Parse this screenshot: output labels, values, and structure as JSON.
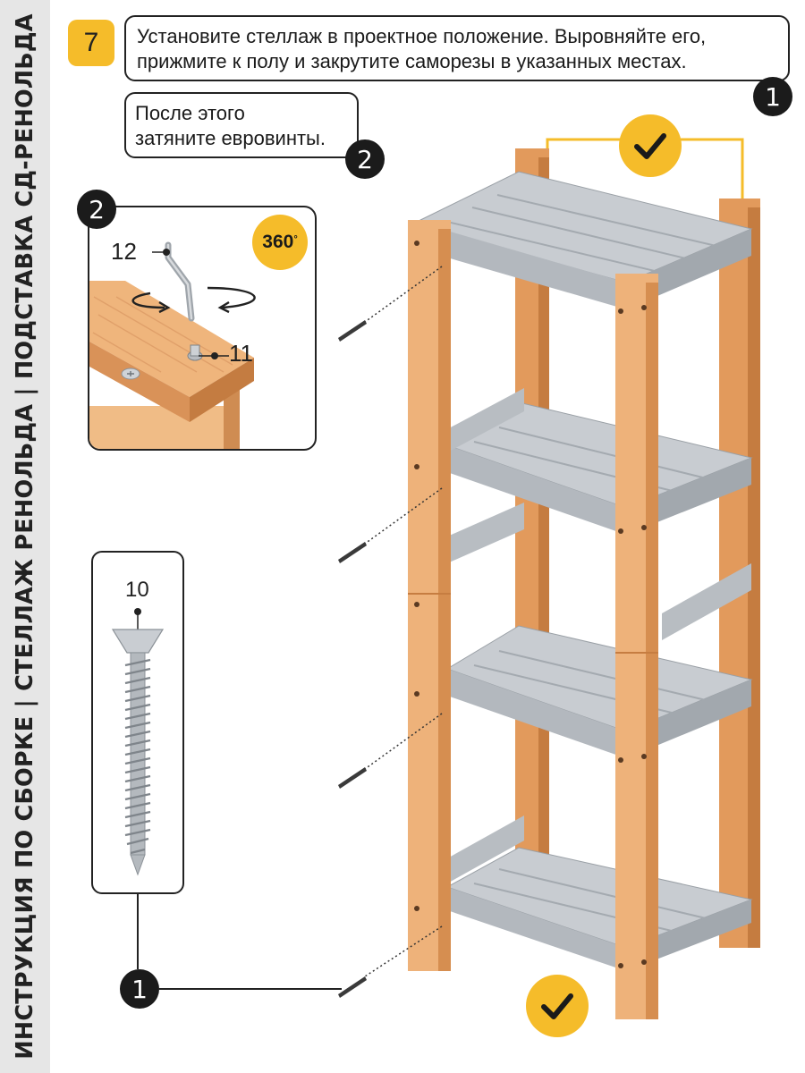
{
  "side_title": "ИНСТРУКЦИЯ ПО СБОРКЕ | СТЕЛЛАЖ РЕНОЛЬДА | ПОДСТАВКА СД-РЕНОЛЬДА",
  "step": {
    "number": "7"
  },
  "instruction": {
    "main_line_1": "Установите стеллаж в проектное положение. Выровняйте его,",
    "main_line_2": "прижмите к полу и закрутите саморезы в указанных местах.",
    "main_badge": "1",
    "sub_line_1": "После этого",
    "sub_line_2": "затяните евровинты.",
    "sub_badge": "2"
  },
  "detail": {
    "badge": "2",
    "rotation_label": "360",
    "rotation_unit": "°",
    "part_key": "12",
    "part_bolt": "11"
  },
  "screw": {
    "part_number": "10",
    "badge": "1"
  },
  "icons": {
    "top_check": "check-icon",
    "bottom_check": "check-icon",
    "rotate": "rotate-arrow-icon"
  },
  "colors": {
    "accent": "#f5bc2a",
    "wood": "#e9a86a",
    "wood_dark": "#c97f45",
    "metal": "#b9bdc2",
    "badge": "#1b1b1b"
  }
}
